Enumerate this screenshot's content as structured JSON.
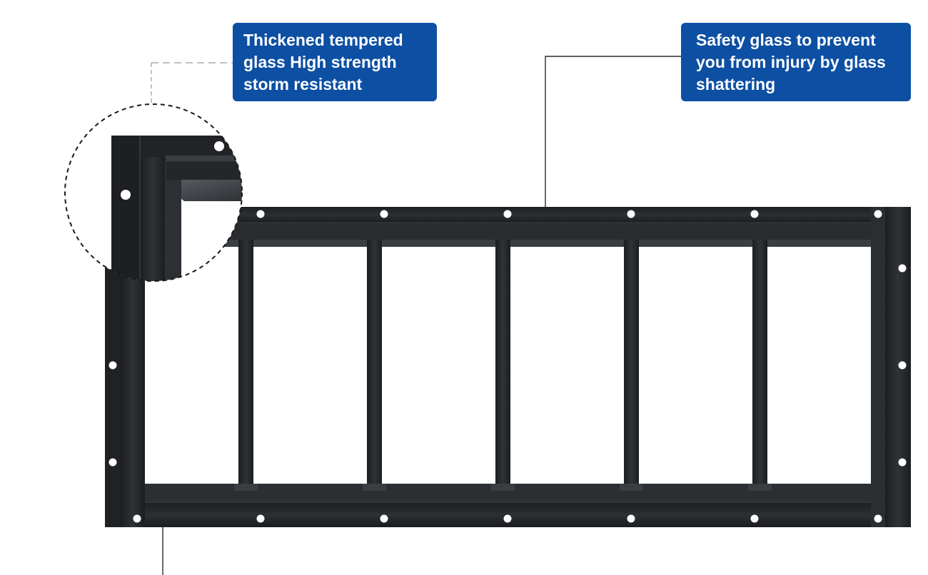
{
  "callouts": {
    "tempered_glass": "Thickened tempered glass High strength storm resistant",
    "safety_glass": "Safety glass to prevent you from injury by glass shattering"
  },
  "colors": {
    "callout_bg": "#0c4fa3",
    "callout_text": "#ffffff",
    "frame": "#26282b",
    "frame_edge": "#16181a",
    "screw_hole": "#ffffff"
  },
  "icons": {
    "screw": "screw-hole-icon",
    "magnifier": "magnified-detail-circle"
  }
}
